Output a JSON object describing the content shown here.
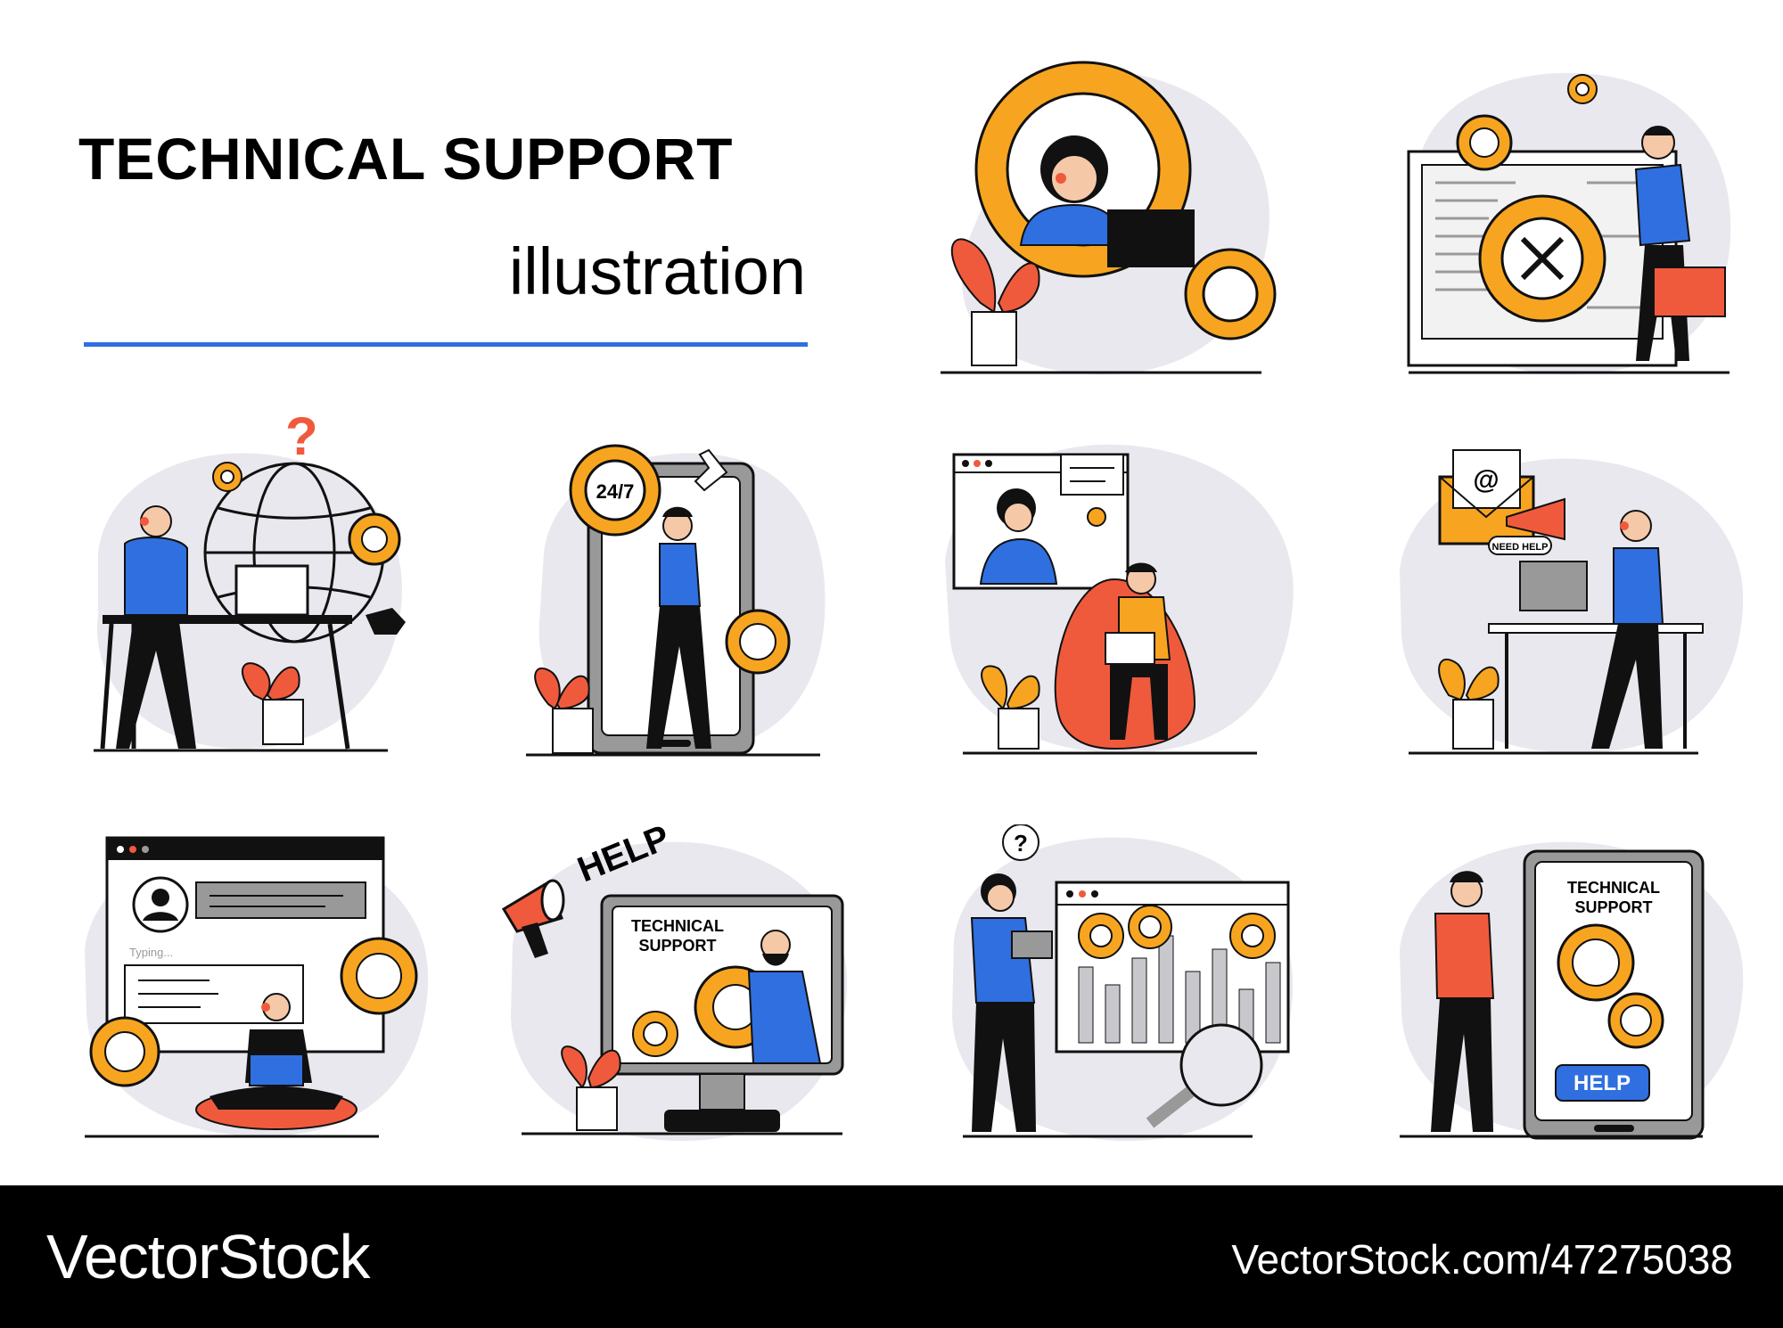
{
  "header": {
    "title": "TECHNICAL SUPPORT",
    "subtitle": "illustration"
  },
  "colors": {
    "accent_blue": "#2f6fe0",
    "orange": "#f7a520",
    "coral": "#f05a3c",
    "blob": "#e8e8ee",
    "ink": "#111111"
  },
  "scenes": {
    "gear_247_label": "24/7",
    "need_help_label": "NEED HELP",
    "typing_label": "Typing...",
    "megaphone_text": "HELP",
    "monitor_text_line1": "TECHNICAL",
    "monitor_text_line2": "SUPPORT",
    "phone_text_line1": "TECHNICAL",
    "phone_text_line2": "SUPPORT",
    "phone_button_label": "HELP"
  },
  "footer": {
    "brand": "VectorStock",
    "url": "VectorStock.com/47275038"
  }
}
